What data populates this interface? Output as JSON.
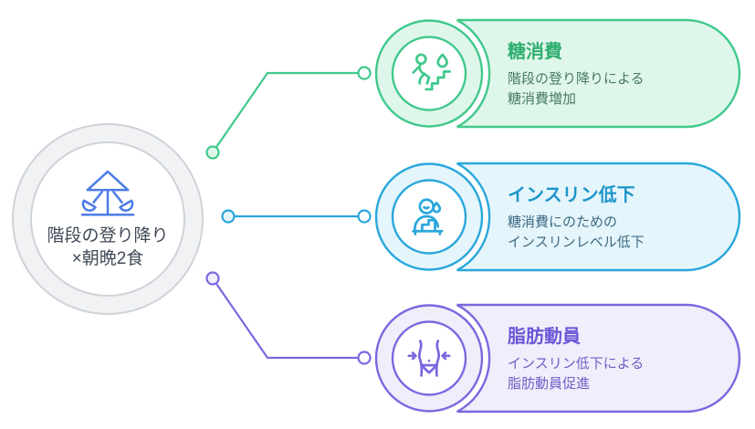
{
  "center": {
    "label_line1": "階段の登り降り",
    "label_line2": "×朝晩2食",
    "icon": "carousel-icon",
    "colors": {
      "icon": "#4C7CE8",
      "text": "#3F4956",
      "ring_border": "#CFD3D9",
      "ring_fill": "#F1F2F4"
    }
  },
  "branches": [
    {
      "title": "糖消費",
      "desc": "階段の登り降りによる\n糖消費増加",
      "icon": "stair-climb-flame-icon",
      "colors": {
        "stroke": "#40C98B",
        "fill": "#DFF7EA",
        "title": "#2FAE70",
        "body": "#4A7A62"
      }
    },
    {
      "title": "インスリン低下",
      "desc": "糖消費にのための\nインスリンレベル低下",
      "icon": "person-sweat-drop-icon",
      "colors": {
        "stroke": "#29A7DC",
        "fill": "#E5F5FC",
        "title": "#1D95C9",
        "body": "#3C6A82"
      }
    },
    {
      "title": "脂肪動員",
      "desc": "インスリン低下による\n脂肪動員促進",
      "icon": "slim-waist-arrows-icon",
      "colors": {
        "stroke": "#7A68E0",
        "fill": "#EFEEFA",
        "title": "#6C55D6",
        "body": "#6D5FC6"
      }
    }
  ]
}
